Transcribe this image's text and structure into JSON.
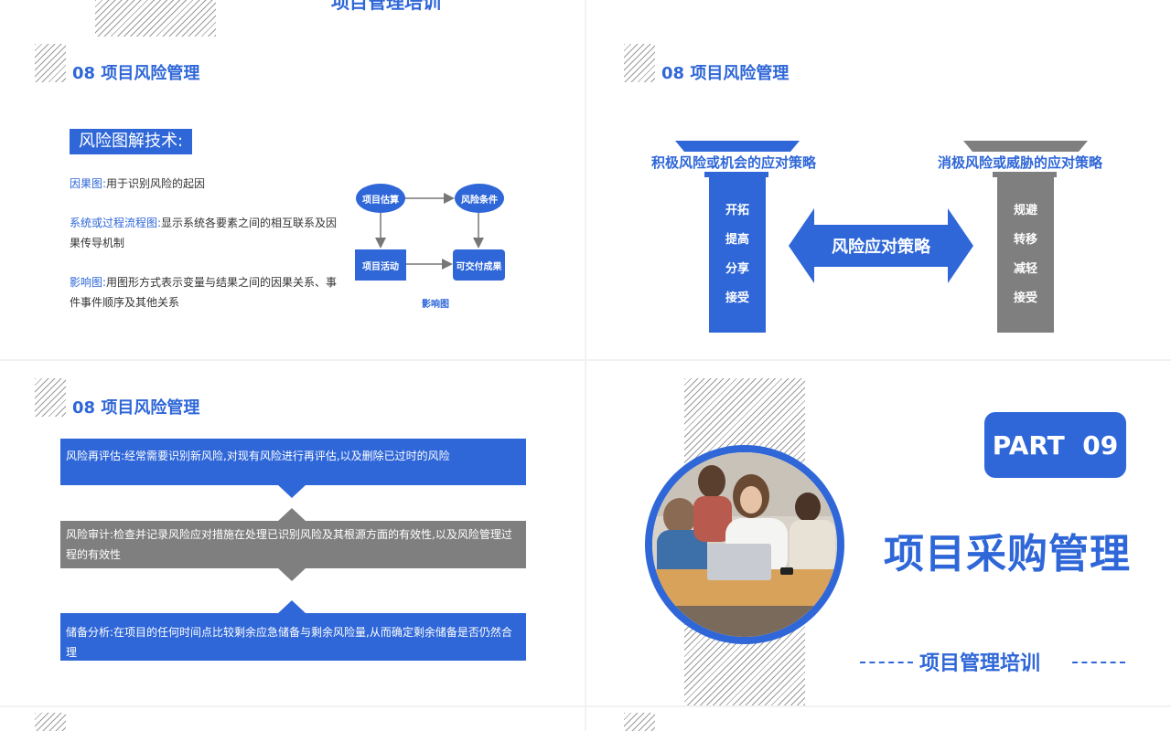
{
  "top_partial_title": "项目管理培训",
  "slide1": {
    "section_title": "08 项目风险管理",
    "tech_label": "风险图解技术:",
    "items": [
      {
        "key": "因果图:",
        "text": "用于识别风险的起因"
      },
      {
        "key": "系统或过程流程图:",
        "text": "显示系统各要素之间的相互联系及因果传导机制"
      },
      {
        "key": "影响图:",
        "text": "用图形方式表示变量与结果之间的因果关系、事件事件顺序及其他关系"
      }
    ],
    "diagram": {
      "node_estimate": "项目估算",
      "node_condition": "风险条件",
      "node_activity": "项目活动",
      "node_deliverable": "可交付成果",
      "caption": "影响图"
    }
  },
  "slide2": {
    "section_title": "08 项目风险管理",
    "left_title": "积极风险或机会的应对策略",
    "left_items": [
      "开拓",
      "提高",
      "分享",
      "接受"
    ],
    "center_label": "风险应对策略",
    "right_title": "消极风险或威胁的应对策略",
    "right_items": [
      "规避",
      "转移",
      "减轻",
      "接受"
    ],
    "colors": {
      "blue": "#2f67d8",
      "gray": "#7f7f7f"
    }
  },
  "slide3": {
    "section_title": "08 项目风险管理",
    "bands": [
      {
        "text": "风险再评估:经常需要识别新风险,对现有风险进行再评估,以及删除已过时的风险"
      },
      {
        "text": "风险审计:检查并记录风险应对措施在处理已识别风险及其根源方面的有效性,以及风险管理过程的有效性"
      },
      {
        "text": "储备分析:在项目的任何时间点比较剩余应急储备与剩余风险量,从而确定剩余储备是否仍然合理"
      }
    ]
  },
  "slide4": {
    "part_label": "PART  09",
    "title": "项目采购管理",
    "subtitle": "项目管理培训"
  }
}
